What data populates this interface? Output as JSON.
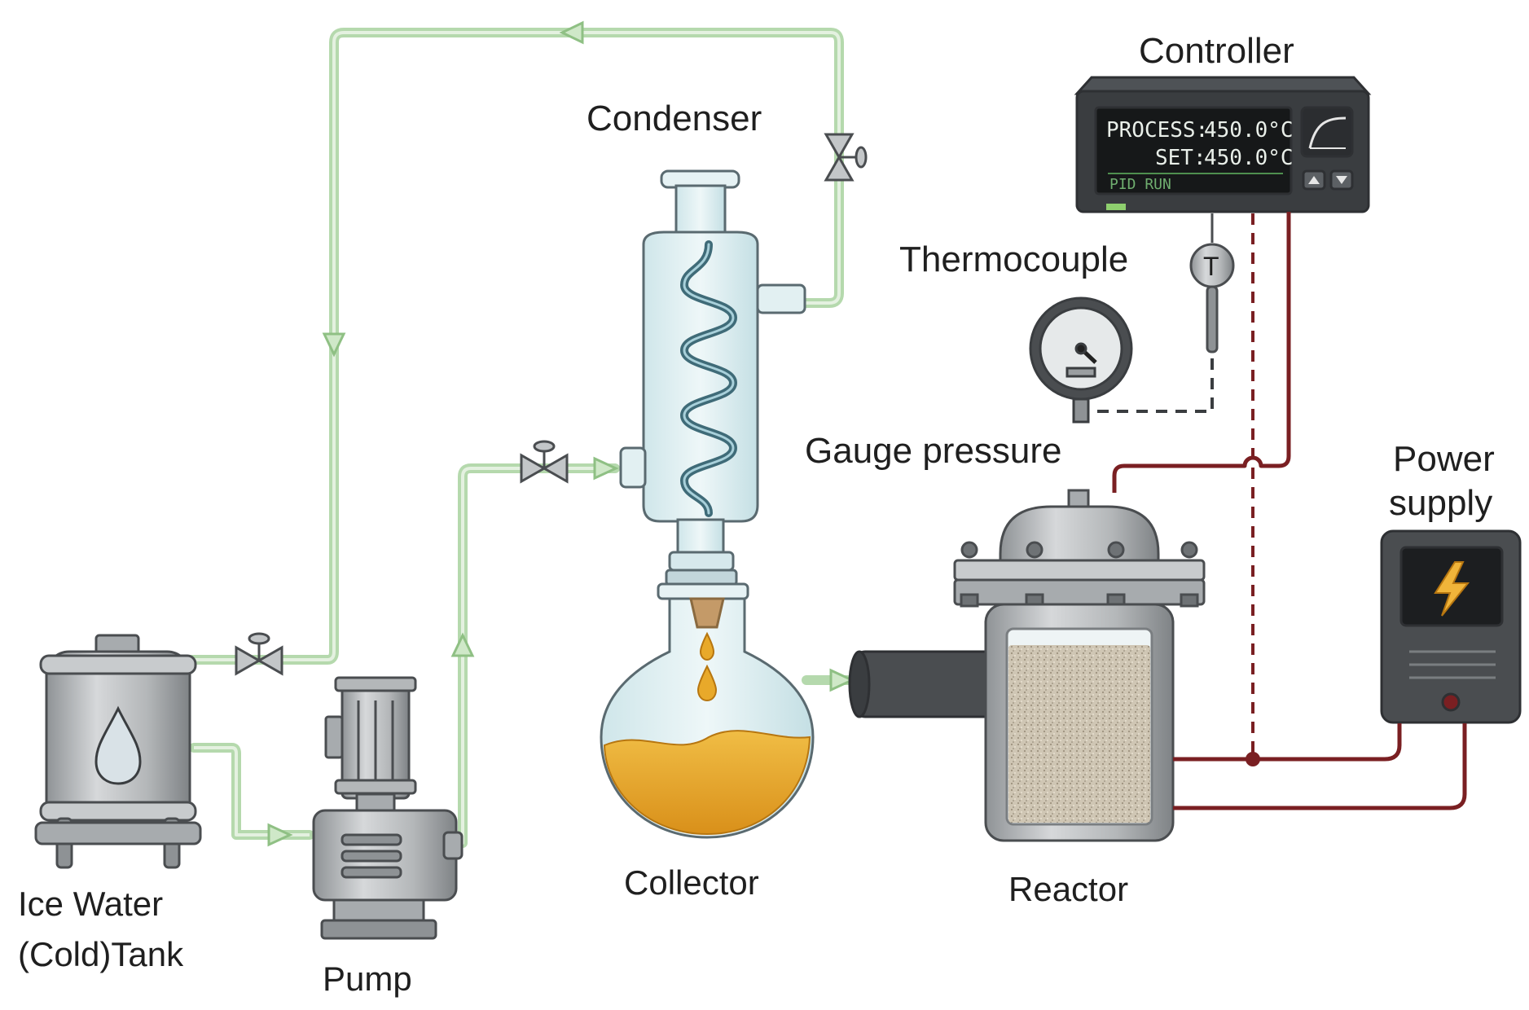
{
  "labels": {
    "controller": "Controller",
    "condenser": "Condenser",
    "thermocouple": "Thermocouple",
    "gauge_pressure": "Gauge pressure",
    "power_supply_line1": "Power",
    "power_supply_line2": "supply",
    "ice_tank_line1": "Ice Water",
    "ice_tank_line2": "(Cold)Tank",
    "pump": "Pump",
    "collector": "Collector",
    "reactor": "Reactor"
  },
  "controller_display": {
    "process_label": "PROCESS:",
    "process_value": "450.0°C",
    "set_label": "SET:",
    "set_value": "450.0°C",
    "mode": "PID RUN"
  },
  "thermocouple_symbol": "T",
  "icons": {
    "tank": "water-drop-icon",
    "power": "lightning-bolt-icon",
    "controller": "response-curve-icon"
  },
  "colors": {
    "coolant_line": "#b5d9ad",
    "electric_line": "#7a1f22",
    "oil": "#e8a92a",
    "metal": "#b9bcbe",
    "dark_panel": "#3a3d40"
  }
}
